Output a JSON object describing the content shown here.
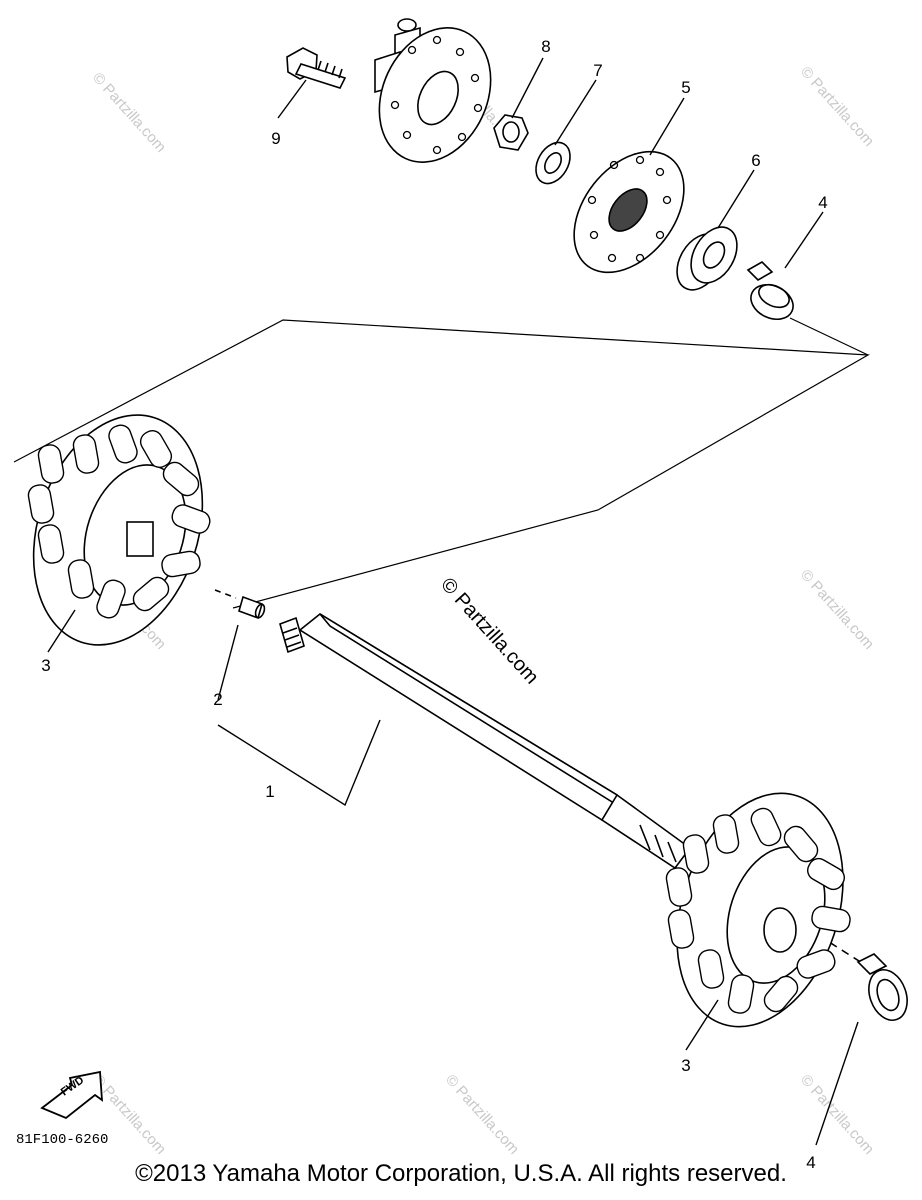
{
  "callouts": {
    "c1": "1",
    "c2": "2",
    "c3a": "3",
    "c3b": "3",
    "c4a": "4",
    "c4b": "4",
    "c5": "5",
    "c6": "6",
    "c7": "7",
    "c8": "8",
    "c9": "9"
  },
  "fwd_label": "FWD",
  "diagram_code": "81F100-6260",
  "watermark": "© Partzilla.com",
  "copyright": "©2013 Yamaha Motor Corporation, U.S.A. All rights reserved."
}
